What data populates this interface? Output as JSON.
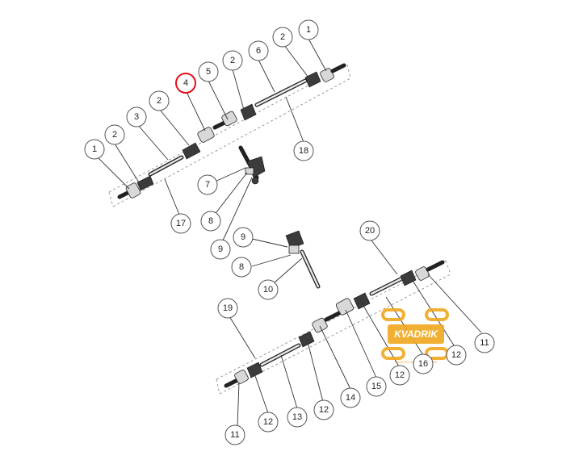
{
  "callouts": [
    {
      "id": "c-1a",
      "label": "1"
    },
    {
      "id": "c-2a",
      "label": "2"
    },
    {
      "id": "c-2b",
      "label": "2"
    },
    {
      "id": "c-6",
      "label": "6"
    },
    {
      "id": "c-2c",
      "label": "2"
    },
    {
      "id": "c-5",
      "label": "5"
    },
    {
      "id": "c-4",
      "label": "4",
      "highlight": true
    },
    {
      "id": "c-2d",
      "label": "2"
    },
    {
      "id": "c-3",
      "label": "3"
    },
    {
      "id": "c-2e",
      "label": "2"
    },
    {
      "id": "c-1b",
      "label": "1"
    },
    {
      "id": "c-18",
      "label": "18"
    },
    {
      "id": "c-7",
      "label": "7"
    },
    {
      "id": "c-8a",
      "label": "8"
    },
    {
      "id": "c-9a",
      "label": "9"
    },
    {
      "id": "c-17",
      "label": "17"
    },
    {
      "id": "c-9b",
      "label": "9"
    },
    {
      "id": "c-8b",
      "label": "8"
    },
    {
      "id": "c-10",
      "label": "10"
    },
    {
      "id": "c-20",
      "label": "20"
    },
    {
      "id": "c-19",
      "label": "19"
    },
    {
      "id": "c-11a",
      "label": "11"
    },
    {
      "id": "c-12a",
      "label": "12"
    },
    {
      "id": "c-16",
      "label": "16"
    },
    {
      "id": "c-12b",
      "label": "12"
    },
    {
      "id": "c-15",
      "label": "15"
    },
    {
      "id": "c-14",
      "label": "14"
    },
    {
      "id": "c-12c",
      "label": "12"
    },
    {
      "id": "c-13",
      "label": "13"
    },
    {
      "id": "c-12d",
      "label": "12"
    },
    {
      "id": "c-11b",
      "label": "11"
    }
  ],
  "highlight_color": "#e0101b",
  "watermark": {
    "title": "KVADRIK",
    "subtitle": "МАГАЗИН КВАДРОЦИКЛОВ",
    "color": "#f0a81e"
  }
}
